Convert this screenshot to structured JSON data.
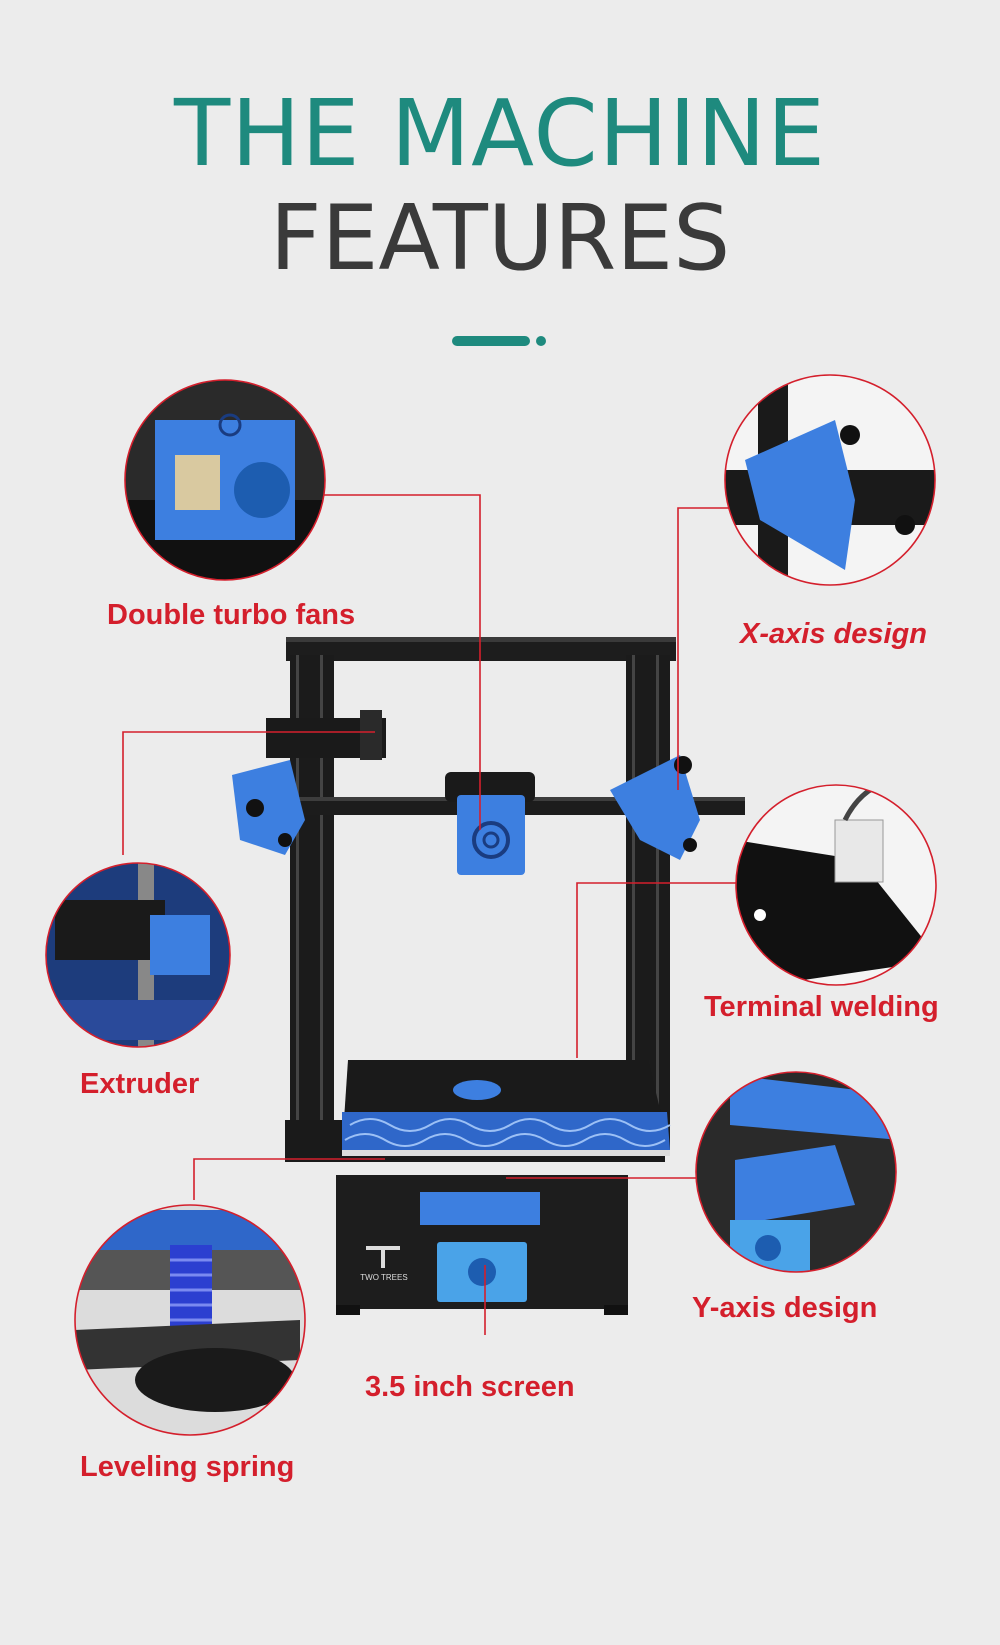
{
  "header": {
    "title_line1": "THE MACHINE",
    "title_line2": "FEATURES"
  },
  "features": [
    {
      "id": "turbo-fans",
      "label": "Double turbo fans",
      "italic": false
    },
    {
      "id": "x-axis",
      "label": "X-axis design",
      "italic": true
    },
    {
      "id": "extruder",
      "label": "Extruder",
      "italic": false
    },
    {
      "id": "terminal",
      "label": "Terminal welding",
      "italic": false
    },
    {
      "id": "y-axis",
      "label": "Y-axis design",
      "italic": false
    },
    {
      "id": "screen",
      "label": "3.5 inch screen",
      "italic": false
    },
    {
      "id": "spring",
      "label": "Leveling spring",
      "italic": false
    }
  ],
  "brand": {
    "logo_text": "TWO TREES"
  },
  "colors": {
    "teal": "#1e8a7e",
    "dark_text": "#3a3a3a",
    "label_red": "#d41f2c",
    "frame_black": "#1b1b1b",
    "accent_blue": "#3d7fe0",
    "background": "#ececec"
  }
}
